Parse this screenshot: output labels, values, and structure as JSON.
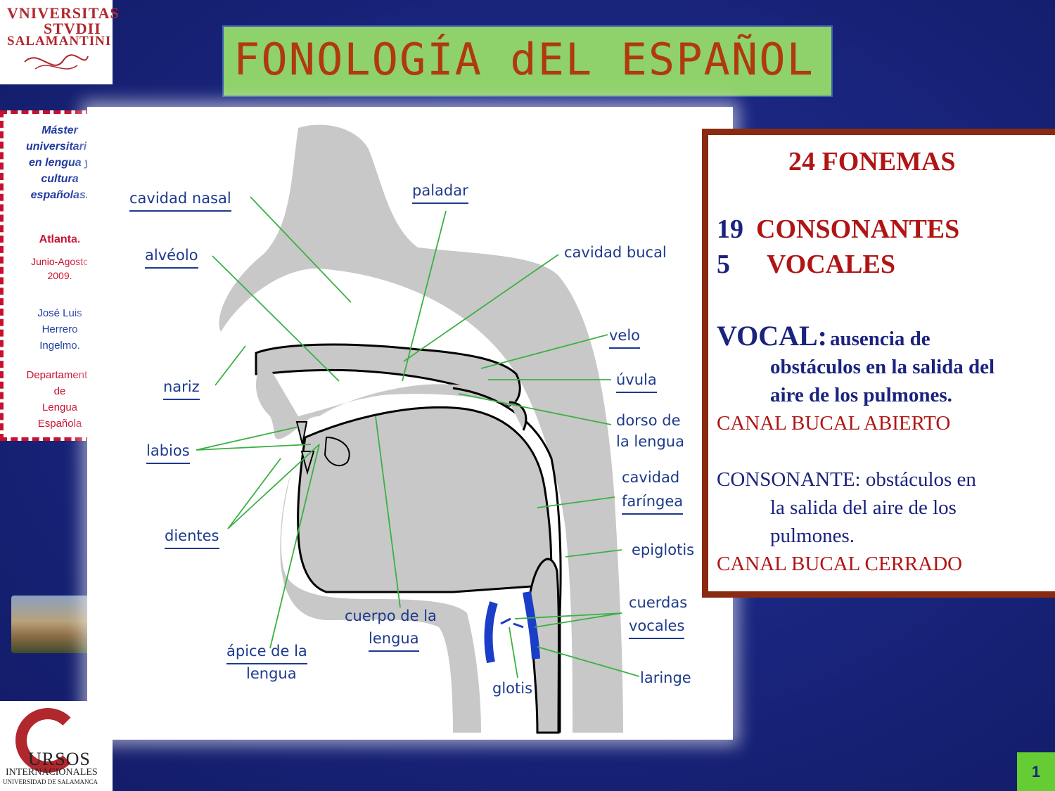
{
  "university_logo": {
    "line1": "VNIVERSITAS",
    "line2": "STVDII",
    "line3": "SALAMANTINI"
  },
  "sidebar": {
    "program": [
      "Máster",
      "universitario",
      "en lengua y",
      "cultura",
      "españolas."
    ],
    "city": "Atlanta.",
    "dates": [
      "Junio-Agosto",
      "2009."
    ],
    "author": [
      "José Luis",
      "Herrero",
      "Ingelmo."
    ],
    "department": [
      "Departamento",
      "de",
      "Lengua",
      "Española"
    ]
  },
  "courses_logo": {
    "main": "URSOS",
    "sub": "INTERNACIONALES",
    "org": "UNIVERSIDAD DE SALAMANCA"
  },
  "title": "FONOLOGÍA dEL ESPAÑOL",
  "diagram_labels": {
    "cavidad_nasal": "cavidad nasal",
    "paladar": "paladar",
    "alveolo": "alvéolo",
    "cavidad_bucal": "cavidad bucal",
    "velo": "velo",
    "nariz": "nariz",
    "uvula": "úvula",
    "dorso_1": "dorso de",
    "dorso_2": "la lengua",
    "labios": "labios",
    "faringea_1": "cavidad",
    "faringea_2": "faríngea",
    "dientes": "dientes",
    "epiglotis": "epiglotis",
    "cuerdas_1": "cuerdas",
    "cuerdas_2": "vocales",
    "cuerpo_1": "cuerpo de la",
    "cuerpo_2": "lengua",
    "apice_1": "ápice de la",
    "apice_2": "lengua",
    "laringe": "laringe",
    "glotis": "glotis"
  },
  "panel": {
    "heading": "24 FONEMAS",
    "consonants_count": "19",
    "consonants_label": "CONSONANTES",
    "vowels_count": "5",
    "vowels_label": "VOCALES",
    "vocal_key": "VOCAL:",
    "vocal_line1": "ausencia de",
    "vocal_line2": "obstáculos en la salida del",
    "vocal_line3": "aire de los pulmones.",
    "vocal_canal": "CANAL BUCAL ABIERTO",
    "cons_line1": "CONSONANTE: obstáculos en",
    "cons_line2": "la salida del aire de los",
    "cons_line3": "pulmones.",
    "cons_canal": "CANAL BUCAL CERRADO"
  },
  "page_number": "1",
  "colors": {
    "background": "#1a2680",
    "title_bg": "#8fd16b",
    "title_text": "#b03a0c",
    "panel_border": "#8a2a10",
    "accent_red": "#b01515",
    "label_blue": "#1d3a8c",
    "leader_green": "#3cb043"
  }
}
